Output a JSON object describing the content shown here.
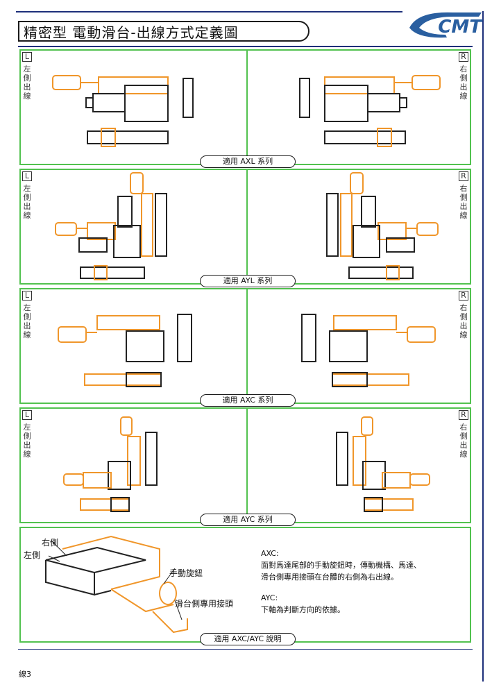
{
  "header": {
    "title": "精密型 電動滑台-出線方式定義圖",
    "logo": "CMT"
  },
  "colors": {
    "accent_green": "#52c24f",
    "orange": "#f0962a",
    "navy": "#1d2f7a",
    "logo_blue": "#2a5fa0"
  },
  "side_labels": {
    "left_letter": "L",
    "left_text": "左側出線",
    "right_letter": "R",
    "right_text": "右側出線"
  },
  "panels": [
    {
      "caption": "適用 AXL 系列"
    },
    {
      "caption": "適用 AYL 系列"
    },
    {
      "caption": "適用 AXC 系列"
    },
    {
      "caption": "適用 AYC 系列"
    }
  ],
  "explain": {
    "right_label": "右側",
    "left_label": "左側",
    "knob_label": "手動旋鈕",
    "connector_label": "滑台側專用接頭",
    "axc_title": "AXC:",
    "axc_line1": "面對馬達尾部的手動旋鈕時，傳動機構、馬達、",
    "axc_line2": "滑台側專用接頭在台體的右側為右出線。",
    "ayc_title": "AYC:",
    "ayc_line1": "下軸為判斷方向的依據。",
    "caption": "適用 AXC/AYC 說明"
  },
  "footer": {
    "page": "線3"
  }
}
